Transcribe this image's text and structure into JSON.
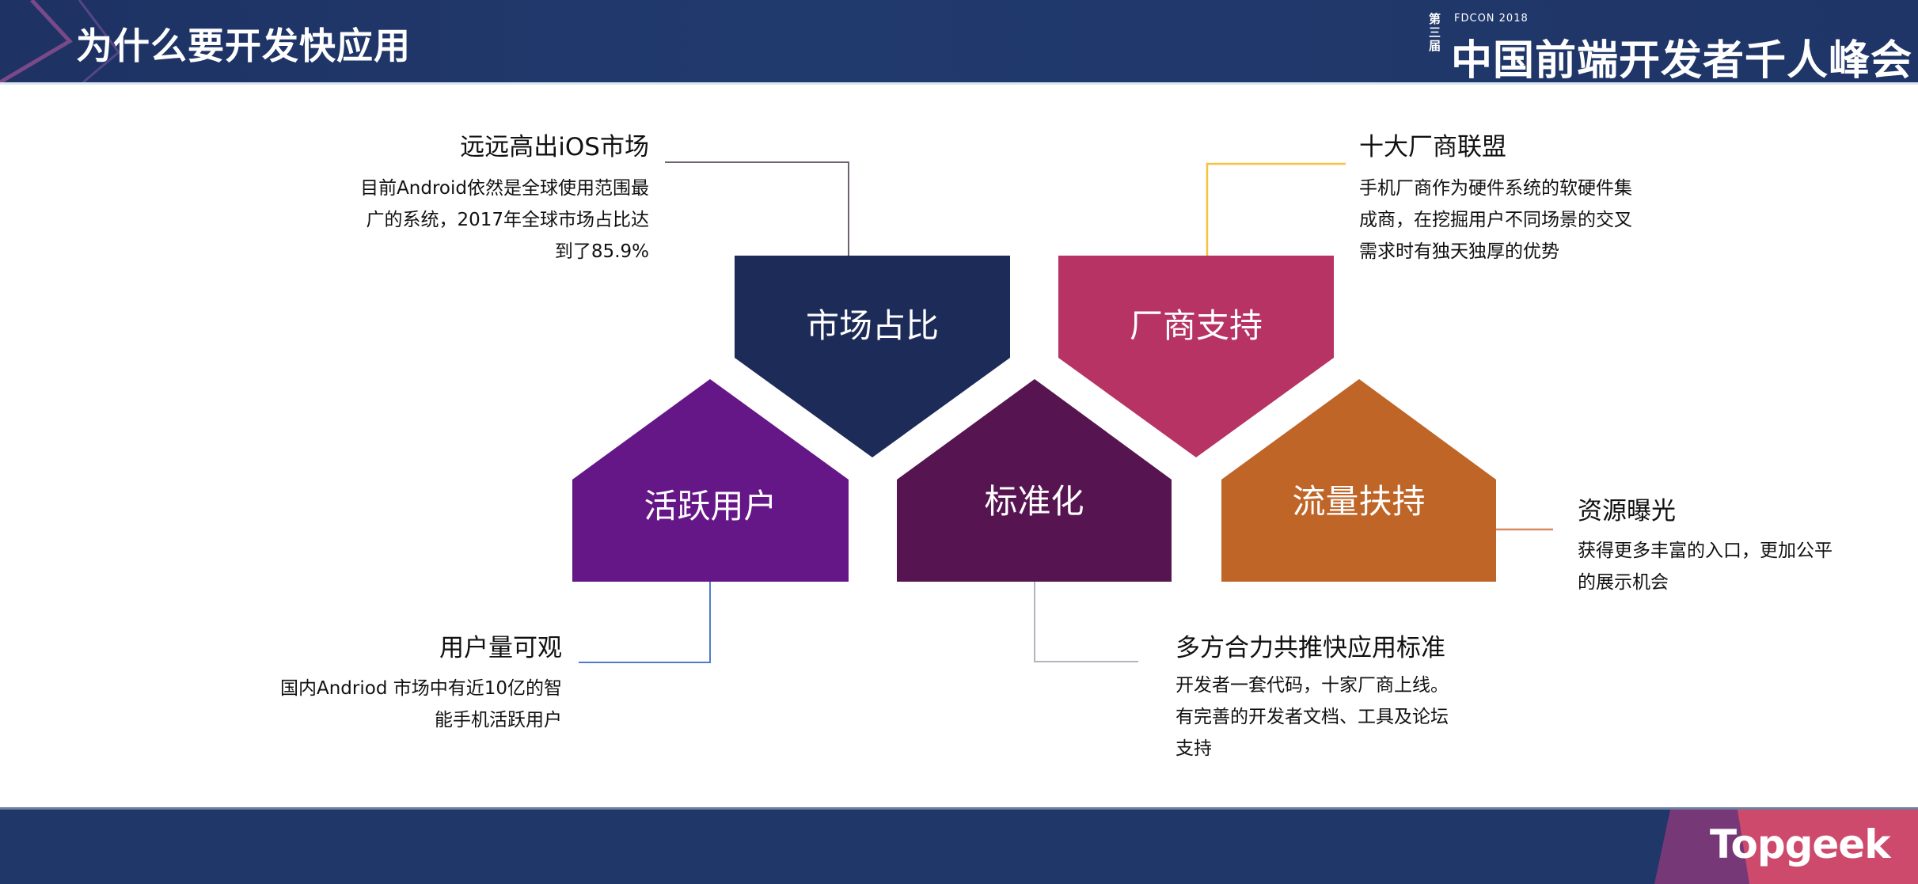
{
  "header": {
    "title": "为什么要开发快应用",
    "conference": {
      "edition": "第三届",
      "subtitle": "FDCON 2018",
      "name": "中国前端开发者千人峰会"
    }
  },
  "footer": {
    "brand": "Topgeek"
  },
  "diagram": {
    "shapes": [
      {
        "label": "市场占比",
        "shape": "down-pentagon",
        "color": "#1c2b58"
      },
      {
        "label": "厂商支持",
        "shape": "down-pentagon",
        "color": "#b63363"
      },
      {
        "label": "活跃用户",
        "shape": "up-pentagon",
        "color": "#651787"
      },
      {
        "label": "标准化",
        "shape": "up-pentagon",
        "color": "#561450"
      },
      {
        "label": "流量扶持",
        "shape": "up-pentagon",
        "color": "#bf6528"
      }
    ],
    "callouts": [
      {
        "for": "市场占比",
        "title": "远远高出iOS市场",
        "lines": [
          "目前Android依然是全球使用范围最",
          "广的系统，2017年全球市场占比达",
          "到了85.9%"
        ],
        "line_color": "#6d6270"
      },
      {
        "for": "厂商支持",
        "title": "十大厂商联盟",
        "lines": [
          "手机厂商作为硬件系统的软硬件集",
          "成商，在挖掘用户不同场景的交叉",
          "需求时有独天独厚的优势"
        ],
        "line_color": "#f5c242"
      },
      {
        "for": "活跃用户",
        "title": "用户量可观",
        "lines": [
          "国内Andriod 市场中有近10亿的智",
          "能手机活跃用户"
        ],
        "line_color": "#4f7bc9"
      },
      {
        "for": "标准化",
        "title": "多方合力共推快应用标准",
        "lines": [
          "开发者一套代码，十家厂商上线。",
          "有完善的开发者文档、工具及论坛",
          "支持"
        ],
        "line_color": "#b4b4c0"
      },
      {
        "for": "流量扶持",
        "title": "资源曝光",
        "lines": [
          "获得更多丰富的入口，更加公平",
          "的展示机会"
        ],
        "line_color": "#d98a63"
      }
    ]
  }
}
